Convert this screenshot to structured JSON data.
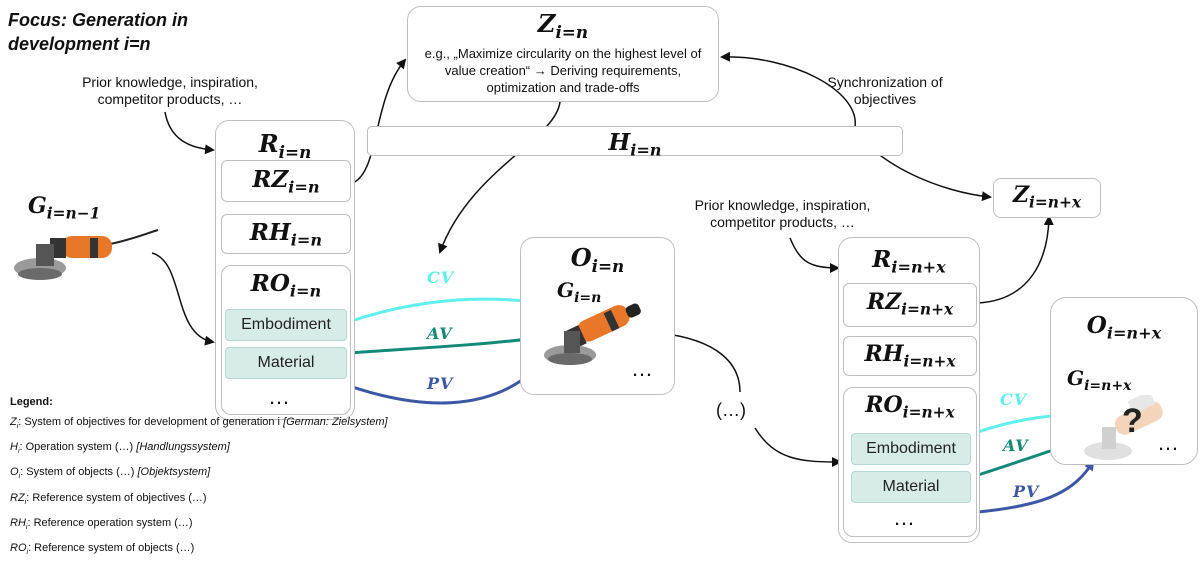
{
  "title_line1": "Focus: Generation in",
  "title_line2": "development i=n",
  "prior1": "Prior knowledge, inspiration, competitor products, …",
  "prior2": "Prior knowledge, inspiration, competitor products, …",
  "sync": "Synchronization of objectives",
  "z_box": {
    "symbol": "Z",
    "sub": "i=n",
    "text": "e.g., „Maximize circularity on the highest level of value creation“ → Deriving requirements, optimization and trade-offs"
  },
  "h_box": {
    "symbol": "H",
    "sub": "i=n"
  },
  "z2": {
    "symbol": "Z",
    "sub": "i=n+x"
  },
  "g_prev": {
    "symbol": "G",
    "sub": "i=n−1"
  },
  "r_left": {
    "symbol": "R",
    "sub": "i=n",
    "rz": {
      "symbol": "RZ",
      "sub": "i=n"
    },
    "rh": {
      "symbol": "RH",
      "sub": "i=n"
    },
    "ro": {
      "symbol": "RO",
      "sub": "i=n"
    },
    "items": [
      "Embodiment",
      "Material"
    ],
    "more": "…"
  },
  "o_mid": {
    "symbol": "O",
    "sub": "i=n",
    "g_symbol": "G",
    "g_sub": "i=n",
    "more": "…"
  },
  "r_right": {
    "symbol": "R",
    "sub": "i=n+x",
    "rz": {
      "symbol": "RZ",
      "sub": "i=n+x"
    },
    "rh": {
      "symbol": "RH",
      "sub": "i=n+x"
    },
    "ro": {
      "symbol": "RO",
      "sub": "i=n+x"
    },
    "items": [
      "Embodiment",
      "Material"
    ],
    "more": "…"
  },
  "o_right": {
    "symbol": "O",
    "sub": "i=n+x",
    "g_symbol": "G",
    "g_sub": "i=n+x",
    "question": "?",
    "more": "…"
  },
  "variants": {
    "cv": "CV",
    "av": "AV",
    "pv": "PV"
  },
  "mid_label": "(…)",
  "colors": {
    "cv": "#5ef0ec",
    "av": "#128a78",
    "pv": "#3b57a6",
    "teal_fill": "#d7ece9",
    "box_border": "#bfbfbf"
  },
  "legend": {
    "title": "Legend:",
    "lines": [
      {
        "key": "Z",
        "sub": "i",
        "text": ": System of objectives for development of generation i ",
        "note": "[German: Zielsystem]"
      },
      {
        "key": "H",
        "sub": "i",
        "text": ": Operation system (…) ",
        "note": "[Handlungssystem]"
      },
      {
        "key": "O",
        "sub": "i",
        "text": ": System of objects (…) ",
        "note": "[Objektsystem]"
      },
      {
        "key": "RZ",
        "sub": "i",
        "text": ": Reference system of objectives (…)",
        "note": ""
      },
      {
        "key": "RH",
        "sub": "i",
        "text": ": Reference operation system (…)",
        "note": ""
      },
      {
        "key": "RO",
        "sub": "i",
        "text": ": Reference system of objects (…)",
        "note": ""
      }
    ]
  }
}
